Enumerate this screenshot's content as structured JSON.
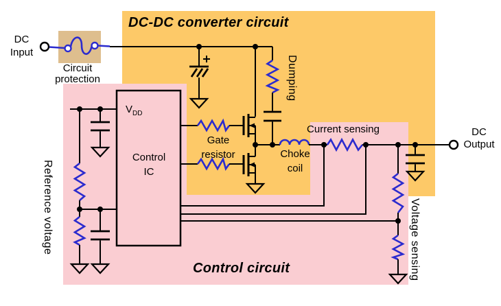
{
  "titles": {
    "converter": "DC-DC converter circuit",
    "control": "Control circuit"
  },
  "io": {
    "input_l1": "DC",
    "input_l2": "Input",
    "output_l1": "DC",
    "output_l2": "Output"
  },
  "labels": {
    "protection_l1": "Circuit",
    "protection_l2": "protection",
    "dumping": "Dumping",
    "gate_resistor_l1": "Gate",
    "gate_resistor_l2": "resistor",
    "choke_l1": "Choke",
    "choke_l2": "coil",
    "current_sensing": "Current sensing",
    "voltage_sensing": "Voltage sensing",
    "reference_voltage": "Reference voltage",
    "ic_l1": "Control",
    "ic_l2": "IC",
    "vdd_base": "V",
    "vdd_sub": "DD"
  },
  "colors": {
    "converter_region": "#FDC968",
    "control_region": "#FACDD2",
    "protection_box": "#DEBE8E",
    "component_blue": "#2B2BCE",
    "wire_black": "#000000"
  }
}
